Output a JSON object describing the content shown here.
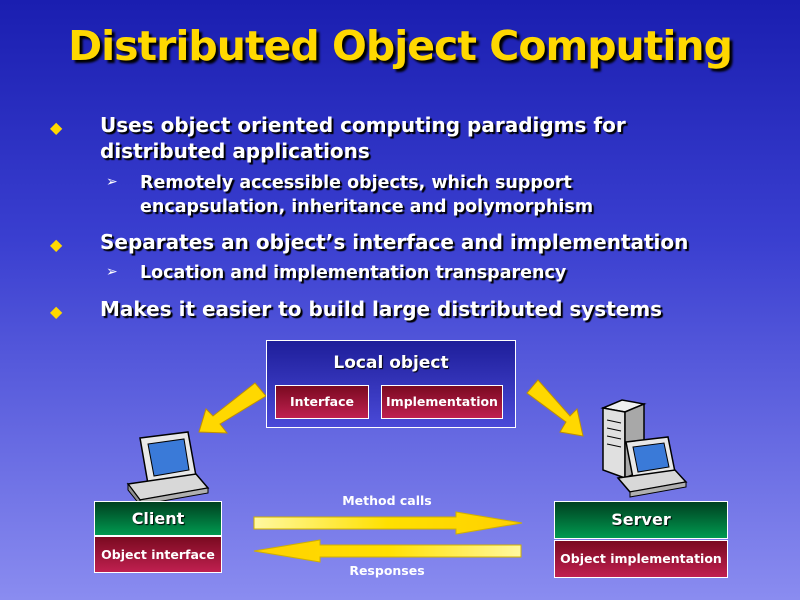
{
  "slide": {
    "title": "Distributed Object Computing",
    "bullets": [
      {
        "line1": "Uses object oriented computing paradigms for",
        "line2": "distributed applications"
      },
      {
        "line1": "Separates an object’s interface and implementation"
      },
      {
        "line1": "Makes it easier to build large distributed systems"
      }
    ],
    "subbullets": [
      {
        "line1": "Remotely accessible objects, which support",
        "line2": "encapsulation, inheritance and polymorphism"
      },
      {
        "line1": "Location and implementation transparency"
      }
    ],
    "bullet_glyph": "◆",
    "subbullet_glyph": "➢"
  },
  "diagram": {
    "local_object": {
      "title": "Local object",
      "interface": "Interface",
      "implementation": "Implementation"
    },
    "client": {
      "title": "Client",
      "sub": "Object interface"
    },
    "server": {
      "title": "Server",
      "sub": "Object implementation"
    },
    "method_calls": "Method calls",
    "responses": "Responses"
  },
  "colors": {
    "title": "#ffd800",
    "arrow": "#ffe000",
    "green": "#009a50",
    "red": "#c02050"
  }
}
